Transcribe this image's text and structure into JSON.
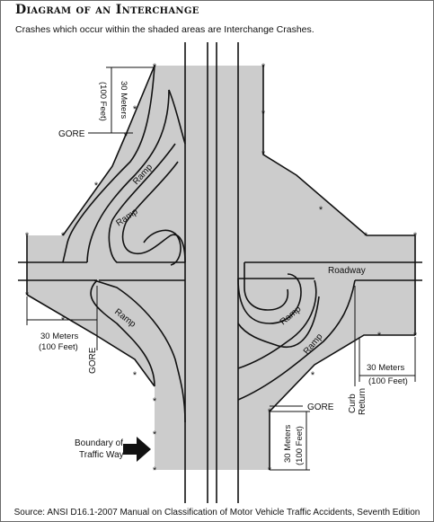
{
  "title": "Diagram of an Interchange",
  "subtitle": "Crashes which occur within the shaded areas are Interchange Crashes.",
  "source": "Source: ANSI D16.1-2007 Manual on Classification of Motor Vehicle Traffic Accidents, Seventh Edition",
  "labels": {
    "gore_top": "GORE",
    "gore_left": "GORE",
    "gore_bottom": "GORE",
    "ramp_nw_outer": "Ramp",
    "ramp_nw_inner": "Ramp",
    "ramp_sw": "Ramp",
    "ramp_se_inner": "Ramp",
    "ramp_se_outer": "Ramp",
    "roadway": "Roadway",
    "curb": "Curb",
    "return": "Return",
    "boundary_line1": "Boundary of",
    "boundary_line2": "Traffic Way"
  },
  "dimensions": {
    "top_left": {
      "meters": "30 Meters",
      "feet": "(100 Feet)"
    },
    "left": {
      "meters": "30 Meters",
      "feet": "(100 Feet)"
    },
    "right": {
      "meters": "30 Meters",
      "feet": "(100 Feet)"
    },
    "bottom": {
      "meters": "30 Meters",
      "feet": "(100 Feet)"
    }
  },
  "colors": {
    "shade": "#cccccc",
    "line": "#111111"
  }
}
